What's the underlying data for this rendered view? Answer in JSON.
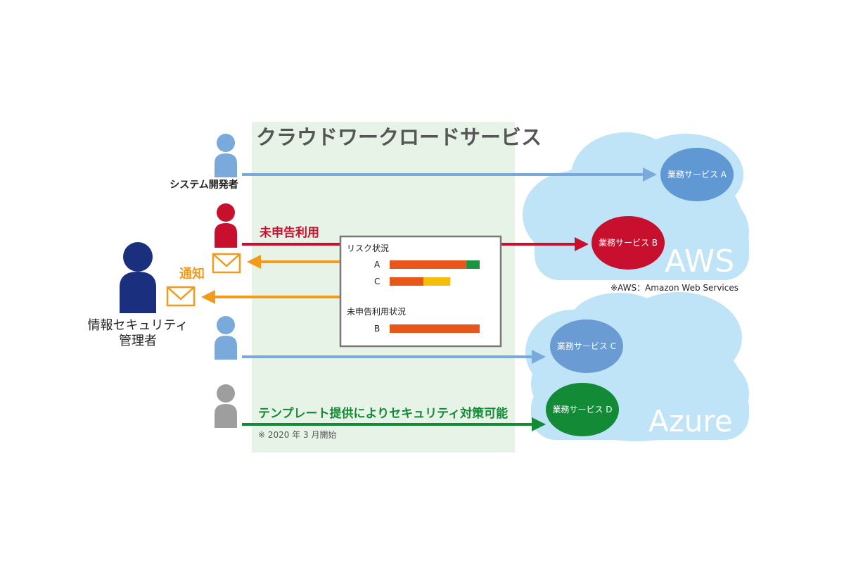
{
  "service": {
    "title": "クラウドワークロードサービス"
  },
  "actors": {
    "developer": "システム開発者",
    "admin_line1": "情報セキュリティ",
    "admin_line2": "管理者"
  },
  "flows": {
    "unreported": "未申告利用",
    "notify": "通知",
    "template": "テンプレート提供によりセキュリティ対策可能",
    "template_note": "※ 2020 年 3 月開始"
  },
  "panel": {
    "risk_title": "リスク状況",
    "risk_rows": [
      {
        "label": "A",
        "segments": [
          {
            "value": 0.68,
            "color": "#e8561a"
          },
          {
            "value": 0.12,
            "color": "#1a9440"
          }
        ]
      },
      {
        "label": "C",
        "segments": [
          {
            "value": 0.3,
            "color": "#e8561a"
          },
          {
            "value": 0.24,
            "color": "#f7bd0b"
          }
        ]
      }
    ],
    "unreported_title": "未申告利用状況",
    "unreported_rows": [
      {
        "label": "B",
        "segments": [
          {
            "value": 0.8,
            "color": "#e8561a"
          }
        ]
      }
    ]
  },
  "clouds": {
    "aws": {
      "name": "AWS",
      "note": "※AWS：Amazon Web Services"
    },
    "azure": {
      "name": "Azure"
    }
  },
  "services": {
    "a": {
      "label": "業務サービス A",
      "color": "#5f98d3"
    },
    "b": {
      "label": "業務サービス B",
      "color": "#c8102e"
    },
    "c": {
      "label": "業務サービス C",
      "color": "#6a9bd3"
    },
    "d": {
      "label": "業務サービス D",
      "color": "#138a36"
    }
  },
  "colors": {
    "band": "#e8f3e8",
    "cloud": "#bfe3f7",
    "blue_person": "#7aa9dc",
    "red_person": "#c8102e",
    "grey_person": "#9e9e9e",
    "admin_person": "#1b2f7f",
    "notify": "#f29a1a",
    "green_line": "#138a36"
  }
}
